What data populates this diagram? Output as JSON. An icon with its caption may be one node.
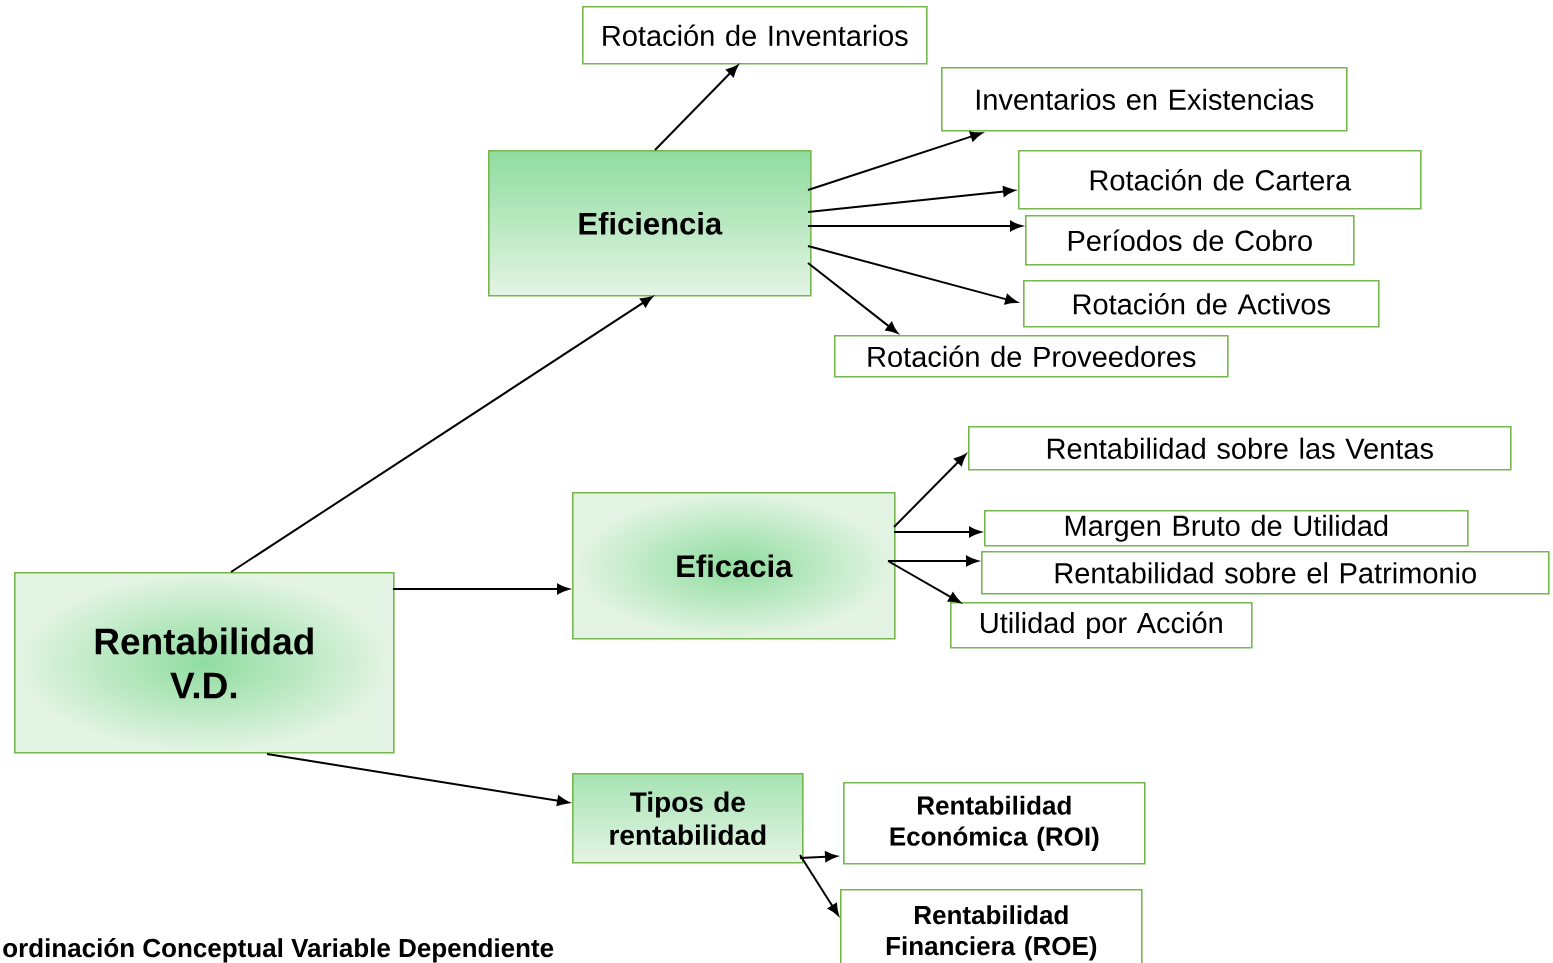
{
  "diagram": {
    "caption": "ordinación Conceptual Variable Dependiente",
    "nodes": [
      {
        "text": [
          "Rentabilidad V.D."
        ]
      },
      {
        "text": [
          "Eficiencia"
        ]
      },
      {
        "text": [
          "Rotación de Inventarios"
        ]
      },
      {
        "text": [
          "Inventarios en Existencias"
        ]
      },
      {
        "text": [
          "Rotación de Cartera"
        ]
      },
      {
        "text": [
          "Períodos de Cobro"
        ]
      },
      {
        "text": [
          "Rotación de Activos"
        ]
      },
      {
        "text": [
          "Rotación de Proveedores"
        ]
      },
      {
        "text": [
          "Eficacia"
        ]
      },
      {
        "text": [
          "Rentabilidad sobre las Ventas"
        ]
      },
      {
        "text": [
          "Margen Bruto de Utilidad"
        ]
      },
      {
        "text": [
          "Rentabilidad sobre el Patrimonio"
        ]
      },
      {
        "text": [
          "Utilidad por Acción"
        ]
      },
      {
        "text": [
          "Tipos de rentabilidad"
        ]
      },
      {
        "text": [
          "Rentabilidad Económica (ROI)"
        ]
      },
      {
        "text": [
          "Rentabilidad Financiera (ROE)"
        ]
      }
    ],
    "edges": [
      {
        "from": 0,
        "to": 1,
        "arrow": "to"
      },
      {
        "from": 1,
        "to": 2,
        "arrow": "to"
      },
      {
        "from": 1,
        "to": 3,
        "arrow": "to"
      },
      {
        "from": 1,
        "to": 4,
        "arrow": "to"
      },
      {
        "from": 1,
        "to": 5,
        "arrow": "to"
      },
      {
        "from": 1,
        "to": 6,
        "arrow": "to"
      },
      {
        "from": 1,
        "to": 7,
        "arrow": "to"
      },
      {
        "from": 0,
        "to": 8,
        "arrow": "to"
      },
      {
        "from": 8,
        "to": 9,
        "arrow": "to"
      },
      {
        "from": 8,
        "to": 10,
        "arrow": "to"
      },
      {
        "from": 8,
        "to": 11,
        "arrow": "to"
      },
      {
        "from": 8,
        "to": 12,
        "arrow": "to"
      },
      {
        "from": 0,
        "to": 13,
        "arrow": "to"
      },
      {
        "from": 13,
        "to": 14,
        "arrow": "to"
      },
      {
        "from": 13,
        "to": 15,
        "arrow": "to"
      }
    ]
  }
}
